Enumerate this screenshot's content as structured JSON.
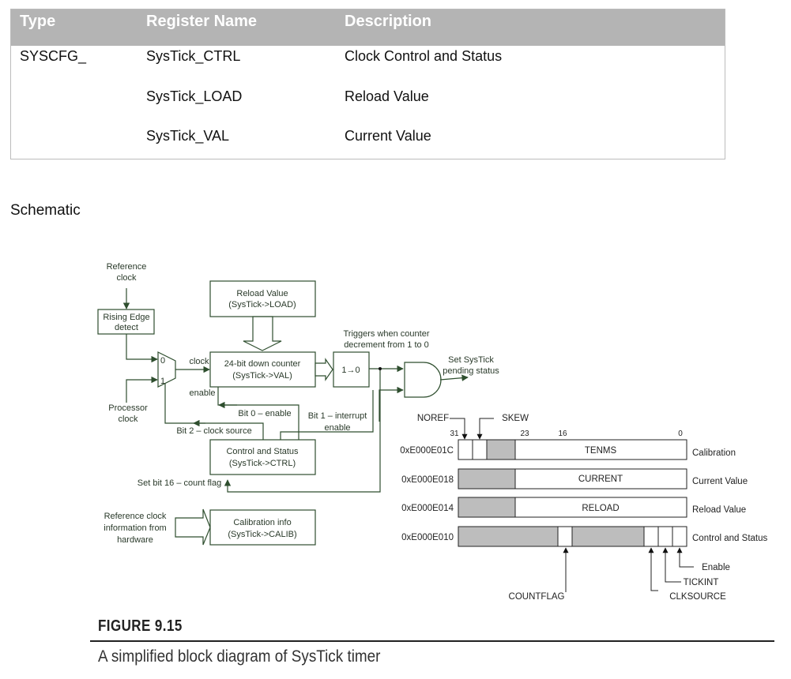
{
  "table": {
    "headers": [
      "Type",
      "Register Name",
      "Description"
    ],
    "rows": [
      [
        "SYSCFG_",
        "SysTick_CTRL",
        "Clock Control and Status"
      ],
      [
        "",
        "SysTick_LOAD",
        "Reload Value"
      ],
      [
        "",
        "SysTick_VAL",
        "Current Value"
      ]
    ],
    "header_color": "#b4b4b4"
  },
  "section_label": "Schematic",
  "diagram": {
    "line_color": "#2e4e2e",
    "reference_clock": [
      "Reference",
      "clock"
    ],
    "rising_edge": [
      "Rising Edge",
      "detect"
    ],
    "processor_clock": [
      "Processor",
      "clock"
    ],
    "mux_inputs": [
      "0",
      "1"
    ],
    "clock_label": "clock",
    "enable_label": "enable",
    "reload_box": [
      "Reload Value",
      "(SysTick->LOAD)"
    ],
    "counter_box": [
      "24-bit down counter",
      "(SysTick->VAL)"
    ],
    "edge_box": "1→0",
    "triggers_note": [
      "Triggers when counter",
      "decrement from 1 to 0"
    ],
    "pending_note": [
      "Set SysTick",
      "pending status"
    ],
    "bit0": "Bit 0 – enable",
    "bit1": [
      "Bit 1 – interrupt",
      "enable"
    ],
    "bit2": "Bit 2 – clock source",
    "ctrl_box": [
      "Control and Status",
      "(SysTick->CTRL)"
    ],
    "bit16": "Set bit 16 – count flag",
    "ref_info": [
      "Reference clock",
      "information from",
      "hardware"
    ],
    "calib_box": [
      "Calibration info",
      "(SysTick->CALIB)"
    ],
    "bit_ticks": [
      "31",
      "23",
      "16",
      "0"
    ],
    "noref": "NOREF",
    "skew": "SKEW",
    "registers": [
      {
        "address": "0xE000E01C",
        "field": "TENMS",
        "name": "Calibration"
      },
      {
        "address": "0xE000E018",
        "field": "CURRENT",
        "name": "Current Value"
      },
      {
        "address": "0xE000E014",
        "field": "RELOAD",
        "name": "Reload Value"
      },
      {
        "address": "0xE000E010",
        "field": "",
        "name": "Control and Status"
      }
    ],
    "ctrl_bits": {
      "countflag": "COUNTFLAG",
      "clksource": "CLKSOURCE",
      "tickint": "TICKINT",
      "enable": "Enable"
    }
  },
  "figure": {
    "title": "FIGURE 9.15",
    "caption": "A simplified block diagram of SysTick timer"
  }
}
